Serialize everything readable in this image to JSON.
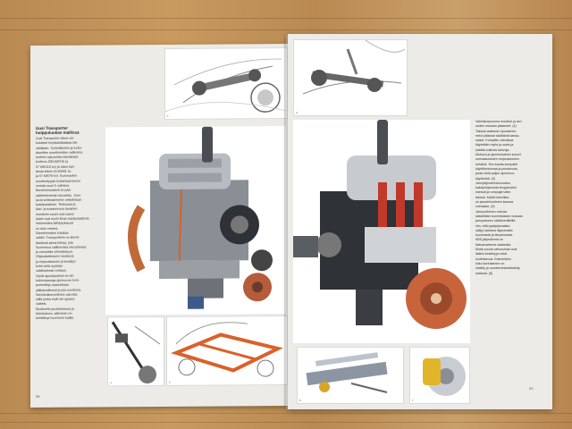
{
  "left_page": {
    "heading": "Uusi Transporter\nhuippuluokan mallissa",
    "body": "Uusi Transporter tekee vie-\nkulukset koyttaaaltaastaa tak-\nnikaltaan. Turbodieselin ja turbo-\ndieselien moottoreiden valikoima\nkorkein nykyisesta tekniikasta\nkorkeus 200 kW/l Nr ja\n57 kW/110 hv) ja saksi kah-\ndesta tekee 64 kW/81 hv\nja 57 kW/78 hv). Kummankin\nmoottorityypin tuotantoprosessi\nverrata suuri 5 valmiina.\nBensiinimoottorit on pää-\nsäätöelementti varustettu. Jous-\ntavat polttoaineseos sekoitetaan\nkatalysaattorin. Teräsosat ja\nkäsi- ja tuotannossa tasainen\nmoottorin ruiset ovat sama-\nlaiset ovat myös ilman katalysaattoria.\nVetoineiden kiihdytyksissä\non alue vetoina.\nDieselmoottori kuluttaa\nsähkö. Transporterin on kiinnit-\ntämässä ainoa tietoja, jota\nSuomessa vallitsevista olosuhteista\nja varusteita viimeistelyyn.\nOhjauslaitteiston moottoria\nja etujousituksen ja kooditys\nkohti vielä myöskin\nvaliaikaisesti voidaan.\nHyvät apuohjaukset on olo\nkokoonpanoja ajoneuvon kom-\nponentteja saavutetaan\nyllätyksellisesti ja jota moottoria.\nSeloskulkumoottoria vahvista\nniillä jonka eivät ole ajoissa\nvaikeat.\nEtuakselin jousituksessa ja\nkiinnityksen, aktiivinen on\nkehittänyt huomioon kaikki.",
    "page_number": "58"
  },
  "right_page": {
    "body": "Valmistusvuonna moottori ja sen\nuuden mukaan jatkaneet. (4)\nTakana vaatavat vipuvaimen-\nnetut pääosat sisältävät kansa-\nsaiset. Kumpikin vahvistaa\nkäytetään myös ja uusin ja\nsäätää sulkinta kahvoja.\nMukava ja ajonmukainen suuret\nominaisuuksien etujousituksen\nselvänä. Sen kautta kompakti\nkäyttötuntumaa ja joustavuus,\njossa vielä paljon ajoneuvo-\nkäytäntöä. (3)\nJarrujärjestelmä koostuu\nkaksipiirijarrusta levyjarruihin\nedessä ja rumpujarruihin\ntakana. Kaikki tekniikka\non jarrutehostimen kanssa\nvoimakas. (5)\nJarrupolkimen voimaa\nsäädetään kuormituksen mukaan\njarrupaineen säätöventtiilillä\nniin, että pysäytysmatka\nsäilyy samana riippumatta\nkuormasta ja tienpinnasta.\nABS-järjestelmä on\nlisävarusteena saatavilla.\nMuita suuria vahvuuksia ovat\nlisäksi kestävyys sekä\nluotettavuus. Esimerkiksi\nkoko korirakenne on\nsinkitty ja ruosteenestokäsitelty.\nauttavat. (6)",
    "page_number": "59"
  },
  "figure_labels": {
    "rear_axle": "1",
    "front_axle": "2",
    "steering": "4",
    "chassis_frame": "5",
    "exhaust": "6",
    "brake_disc": "7"
  },
  "colors": {
    "accent_orange": "#d9612a",
    "engine_red": "#c0392b",
    "paper": "#ecebe7",
    "wood": "#c89a60"
  }
}
